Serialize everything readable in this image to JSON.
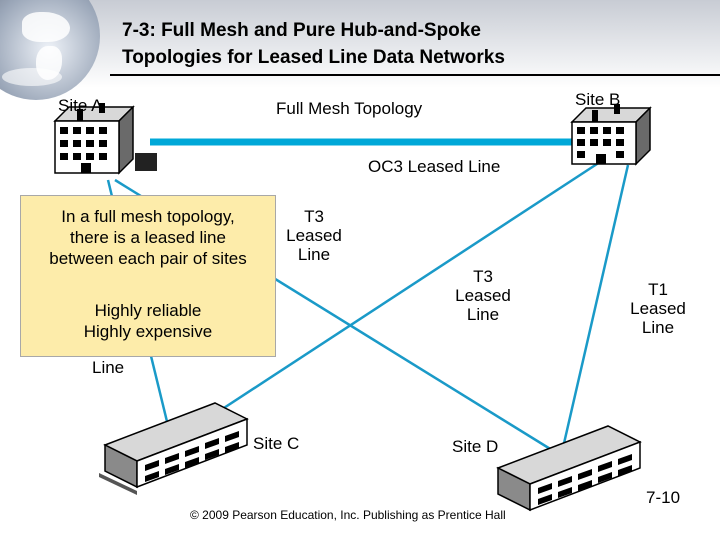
{
  "title": {
    "line1": "7-3: Full Mesh and Pure Hub-and-Spoke",
    "line2": "Topologies for Leased Line Data Networks"
  },
  "sites": {
    "a": "Site A",
    "b": "Site B",
    "c": "Site C",
    "d": "Site D"
  },
  "diagram": {
    "heading": "Full Mesh Topology",
    "links": {
      "oc3": "OC3 Leased Line",
      "t3_ad": [
        "T3",
        "Leased",
        "Line"
      ],
      "t3_bc": [
        "T3",
        "Leased",
        "Line"
      ],
      "t1_bd": [
        "T1",
        "Leased",
        "Line"
      ],
      "ac_partial": "Line"
    }
  },
  "callout": {
    "lines1": [
      "In a full mesh topology,",
      "there is a leased line",
      "between each pair of sites"
    ],
    "lines2": [
      "Highly reliable",
      "Highly expensive"
    ]
  },
  "footer": "© 2009 Pearson Education, Inc.  Publishing as Prentice Hall",
  "page_number": "7-10",
  "colors": {
    "oc3_line": "#00a8d8",
    "link_line": "#1a9ac8",
    "callout_fill": "#fdecaa"
  }
}
